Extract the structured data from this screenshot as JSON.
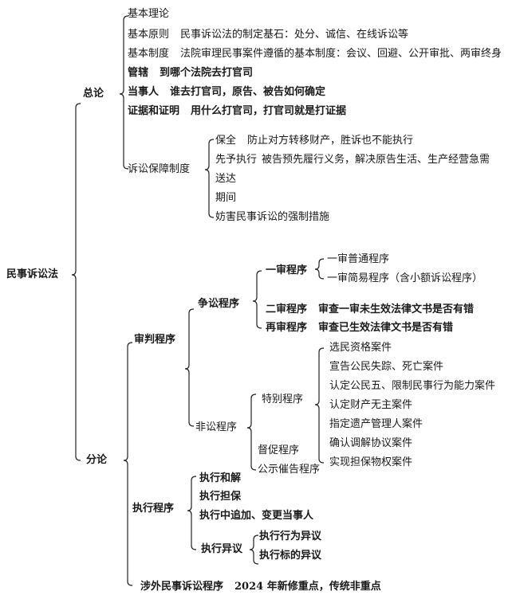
{
  "root": "民事诉讼法",
  "general": {
    "label": "总论",
    "items": [
      {
        "label": "基本理论",
        "desc": ""
      },
      {
        "label": "基本原则",
        "desc": "民事诉讼法的制定基石：处分、诚信、在线诉讼等"
      },
      {
        "label": "基本制度",
        "desc": "法院审理民事案件遵循的基本制度：会议、回避、公开审批、两审终身"
      },
      {
        "label": "管辖",
        "desc": "到哪个法院去打官司"
      },
      {
        "label": "当事人",
        "desc": "谁去打官司，原告、被告如何确定"
      },
      {
        "label": "证据和证明",
        "desc": "用什么打官司，打官司就是打证据"
      }
    ],
    "guarantee": {
      "label": "诉讼保障制度",
      "items": [
        {
          "label": "保全",
          "desc": "防止对方转移财产，胜诉也不能执行"
        },
        {
          "label": "先予执行",
          "desc": "被告预先履行义务，解决原告生活、生产经营急需"
        },
        {
          "label": "送达",
          "desc": ""
        },
        {
          "label": "期间",
          "desc": ""
        },
        {
          "label": "妨害民事诉讼的强制措施",
          "desc": ""
        }
      ]
    }
  },
  "specific": {
    "label": "分论",
    "trial": {
      "label": "审判程序",
      "contentious": {
        "label": "争讼程序",
        "first": {
          "label": "一审程序",
          "items": [
            "一审普通程序",
            "一审简易程序（含小额诉讼程序）"
          ]
        },
        "second": {
          "label": "二审程序",
          "desc": "审查一审未生效法律文书是否有错"
        },
        "retrial": {
          "label": "再审程序",
          "desc": "审查已生效法律文书是否有错"
        }
      },
      "noncontentious": {
        "label": "非讼程序",
        "special": {
          "label": "特别程序",
          "items": [
            "选民资格案件",
            "宣告公民失踪、死亡案件",
            "认定公民五、限制民事行为能力案件",
            "认定财产无主案件",
            "指定遗产管理人案件",
            "确认调解协议案件",
            "实现担保物权案件"
          ]
        },
        "urge": "督促程序",
        "public_notice": "公示催告程序"
      }
    },
    "execution": {
      "label": "执行程序",
      "items": [
        "执行和解",
        "执行担保",
        "执行中追加、变更当事人"
      ],
      "objection": {
        "label": "执行异议",
        "items": [
          "执行行为异议",
          "执行标的异议"
        ]
      }
    },
    "foreign": {
      "label": "涉外民事诉讼程序",
      "desc": "2024 年新修重点，传统非重点"
    }
  }
}
